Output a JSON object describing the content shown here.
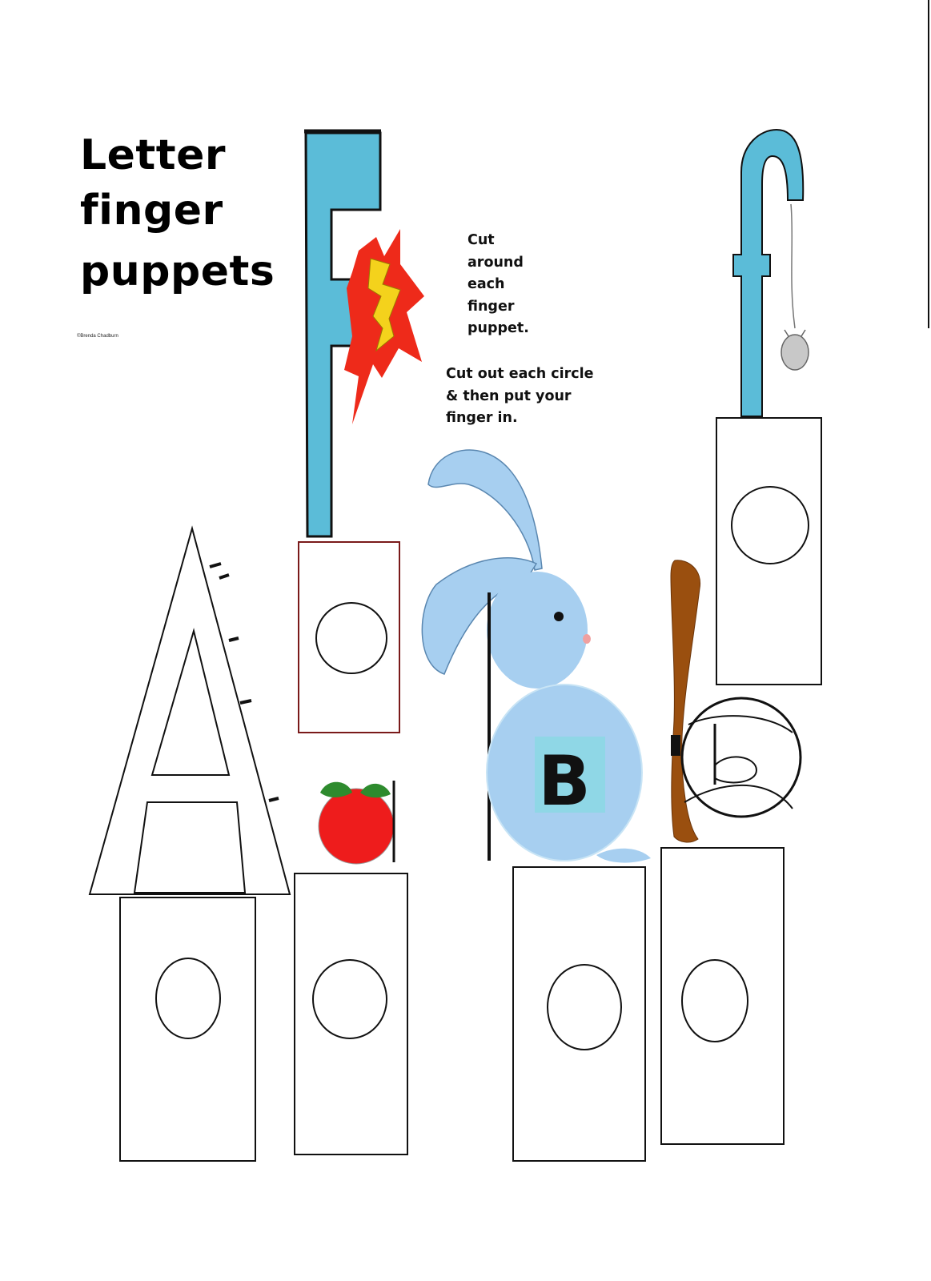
{
  "title": {
    "line1": "Letter",
    "line2": "finger",
    "line3": "puppets"
  },
  "credit": "©Brenda Chadburn",
  "instructions_1": [
    "Cut",
    "around",
    "each",
    "finger",
    "puppet."
  ],
  "instructions_2": [
    "Cut out each circle",
    "& then put your",
    "finger in."
  ],
  "letter_B": "B",
  "colors": {
    "letter_blue": "#5bbcd8",
    "bunny_blue": "#a7cff0",
    "apple_red": "#ee1c1c",
    "leaf_green": "#2e8b2e",
    "bat_brown": "#9a4f0f",
    "burst_red": "#ee2a1a",
    "burst_yellow": "#f4d21c"
  },
  "icons": [
    "letter-a-icon",
    "letter-f-icon",
    "letter-f-lowercase-icon",
    "bunny-icon",
    "apple-icon",
    "baseball-bat-icon",
    "baseball-icon",
    "star-burst-icon",
    "mouse-icon"
  ]
}
